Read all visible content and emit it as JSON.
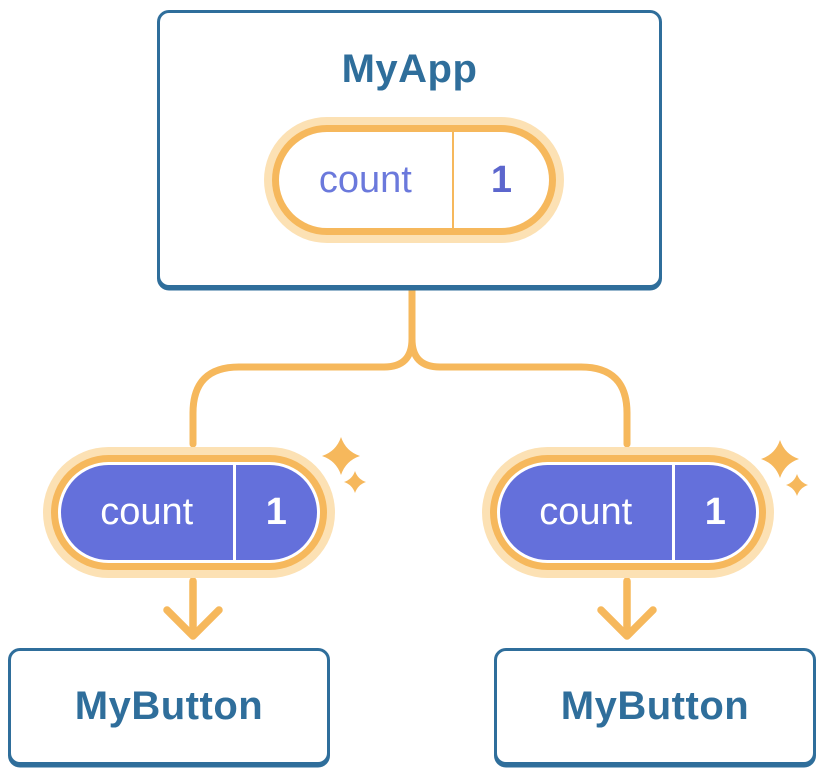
{
  "colors": {
    "card_border_blue": "#2F6E9B",
    "title_blue": "#2F6E9B",
    "accent_orange": "#F6B85C",
    "pill_glow": "#FCE1B4",
    "pill_purple": "#6470DB",
    "state_label_purple": "#6B79DC",
    "state_value_purple": "#5C66CD"
  },
  "diagram": {
    "root": {
      "name": "MyApp",
      "state_pill": {
        "label": "count",
        "value": "1"
      }
    },
    "children": [
      {
        "name": "MyButton",
        "prop_pill": {
          "label": "count",
          "value": "1"
        }
      },
      {
        "name": "MyButton",
        "prop_pill": {
          "label": "count",
          "value": "1"
        }
      }
    ]
  }
}
